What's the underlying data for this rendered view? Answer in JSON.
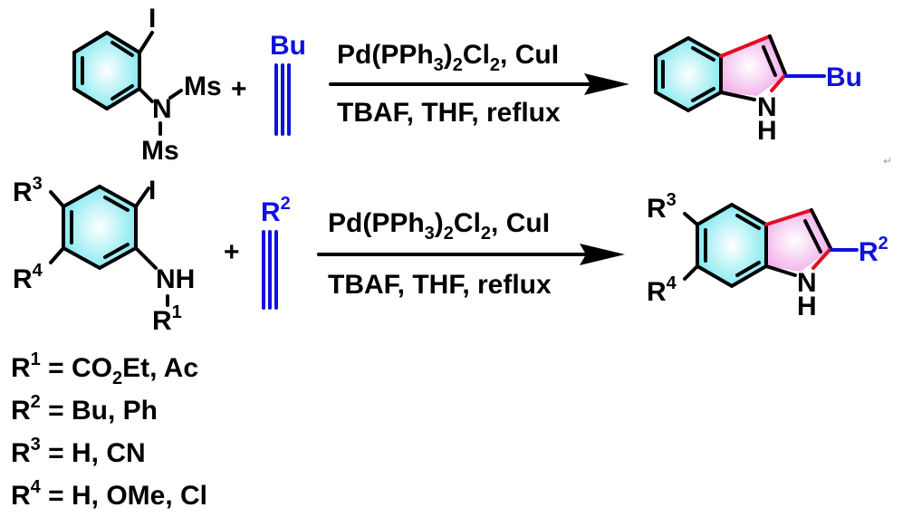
{
  "colors": {
    "blue_substituent": "#1010e0",
    "new_bond_red": "#e01020",
    "benzene_fill": "#7de8f0",
    "pyrrole_fill": "#f0a8e8"
  },
  "reaction1": {
    "iodo": "I",
    "nitrogen": "N",
    "ms_top": "Ms",
    "ms_bottom": "Ms",
    "plus": "+",
    "alkyne_sub": "Bu",
    "reagent_top": "Pd(PPh",
    "reagent_top_sub1": "3",
    "reagent_top_mid": ")",
    "reagent_top_sub2": "2",
    "reagent_top_cl": "Cl",
    "reagent_top_sub3": "2",
    "reagent_top_end": ", CuI",
    "reagent_bottom": "TBAF, THF, reflux",
    "product_sub": "Bu",
    "product_nh_n": "N",
    "product_nh_h": "H"
  },
  "reaction2": {
    "r3": "R",
    "r3_sup": "3",
    "r4": "R",
    "r4_sup": "4",
    "iodo": "I",
    "nh": "NH",
    "r1": "R",
    "r1_sup": "1",
    "plus": "+",
    "alkyne_sub": "R",
    "alkyne_sub_sup": "2",
    "reagent_top": "Pd(PPh",
    "reagent_top_sub1": "3",
    "reagent_top_mid": ")",
    "reagent_top_sub2": "2",
    "reagent_top_cl": "Cl",
    "reagent_top_sub3": "2",
    "reagent_top_end": ", CuI",
    "reagent_bottom": "TBAF, THF, reflux",
    "product_r3": "R",
    "product_r3_sup": "3",
    "product_r4": "R",
    "product_r4_sup": "4",
    "product_r2": "R",
    "product_r2_sup": "2",
    "product_nh_n": "N",
    "product_nh_h": "H"
  },
  "definitions": [
    {
      "r": "R",
      "sup": "1",
      "eq": " = CO",
      "sub": "2",
      "rest": "Et, Ac"
    },
    {
      "r": "R",
      "sup": "2",
      "eq": " = Bu, Ph",
      "sub": "",
      "rest": ""
    },
    {
      "r": "R",
      "sup": "3",
      "eq": " = H, CN",
      "sub": "",
      "rest": ""
    },
    {
      "r": "R",
      "sup": "4",
      "eq": " = H, OMe, Cl",
      "sub": "",
      "rest": ""
    }
  ]
}
